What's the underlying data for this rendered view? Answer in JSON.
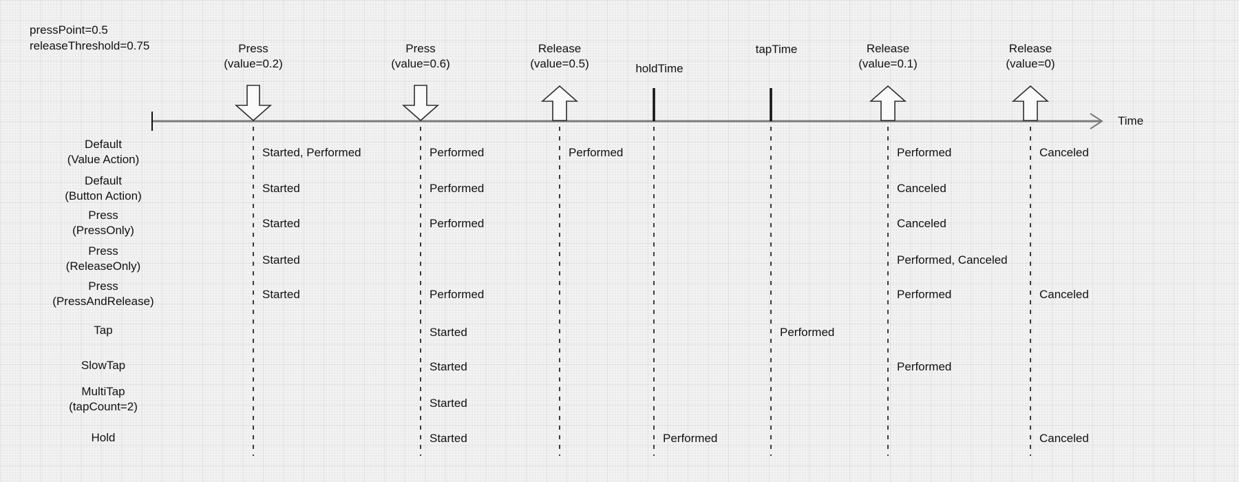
{
  "params": [
    "pressPoint=0.5",
    "releaseThreshold=0.75"
  ],
  "axis": {
    "label": "Time"
  },
  "events": [
    {
      "id": "press02",
      "lines": [
        "Press",
        "(value=0.2)"
      ],
      "marker": "arrow-down"
    },
    {
      "id": "press06",
      "lines": [
        "Press",
        "(value=0.6)"
      ],
      "marker": "arrow-down"
    },
    {
      "id": "release05",
      "lines": [
        "Release",
        "(value=0.5)"
      ],
      "marker": "arrow-up"
    },
    {
      "id": "holdTime",
      "lines": [
        "holdTime"
      ],
      "marker": "tick"
    },
    {
      "id": "tapTime",
      "lines": [
        "tapTime"
      ],
      "marker": "tick"
    },
    {
      "id": "release01",
      "lines": [
        "Release",
        "(value=0.1)"
      ],
      "marker": "arrow-up"
    },
    {
      "id": "release0",
      "lines": [
        "Release",
        "(value=0)"
      ],
      "marker": "arrow-up"
    }
  ],
  "rows": [
    {
      "id": "default-value",
      "lines": [
        "Default",
        "(Value Action)"
      ],
      "cells": {
        "press02": "Started, Performed",
        "press06": "Performed",
        "release05": "Performed",
        "release01": "Performed",
        "release0": "Canceled"
      }
    },
    {
      "id": "default-button",
      "lines": [
        "Default",
        "(Button Action)"
      ],
      "cells": {
        "press02": "Started",
        "press06": "Performed",
        "release01": "Canceled"
      }
    },
    {
      "id": "press-pressonly",
      "lines": [
        "Press",
        "(PressOnly)"
      ],
      "cells": {
        "press02": "Started",
        "press06": "Performed",
        "release01": "Canceled"
      }
    },
    {
      "id": "press-releaseonly",
      "lines": [
        "Press",
        "(ReleaseOnly)"
      ],
      "cells": {
        "press02": "Started",
        "release01": "Performed, Canceled"
      }
    },
    {
      "id": "press-pressandrelease",
      "lines": [
        "Press",
        "(PressAndRelease)"
      ],
      "cells": {
        "press02": "Started",
        "press06": "Performed",
        "release01": "Performed",
        "release0": "Canceled"
      }
    },
    {
      "id": "tap",
      "lines": [
        "Tap"
      ],
      "cells": {
        "press06": "Started",
        "tapTime": "Performed"
      }
    },
    {
      "id": "slowtap",
      "lines": [
        "SlowTap"
      ],
      "cells": {
        "press06": "Started",
        "release01": "Performed"
      }
    },
    {
      "id": "multitap",
      "lines": [
        "MultiTap",
        "(tapCount=2)"
      ],
      "cells": {
        "press06": "Started"
      }
    },
    {
      "id": "hold",
      "lines": [
        "Hold"
      ],
      "cells": {
        "press06": "Started",
        "holdTime": "Performed",
        "release0": "Canceled"
      }
    }
  ],
  "colors": {
    "text": "#111111",
    "axis": "#7b7b7b",
    "dashed_line": "#3a3a3a",
    "marker_stroke": "#2e2e2e",
    "marker_fill": "#fafafa",
    "tick": "#111111",
    "background": "#f2f2f2",
    "grid_line": "#e2e2e2"
  }
}
